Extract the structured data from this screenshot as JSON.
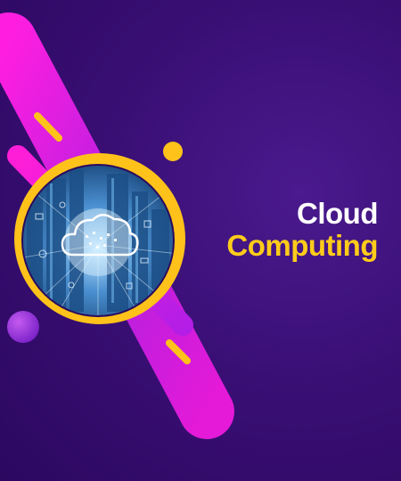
{
  "title": {
    "line1": "Cloud",
    "line2": "Computing"
  },
  "colors": {
    "background": "#3a0f75",
    "accent_yellow": "#ffcc1a",
    "accent_magenta": "#e01ad6",
    "accent_purple": "#8a2be2",
    "title_white": "#ffffff"
  },
  "illustration": {
    "icon": "cloud-icon",
    "scene": "city-skyline-with-network-grid"
  }
}
